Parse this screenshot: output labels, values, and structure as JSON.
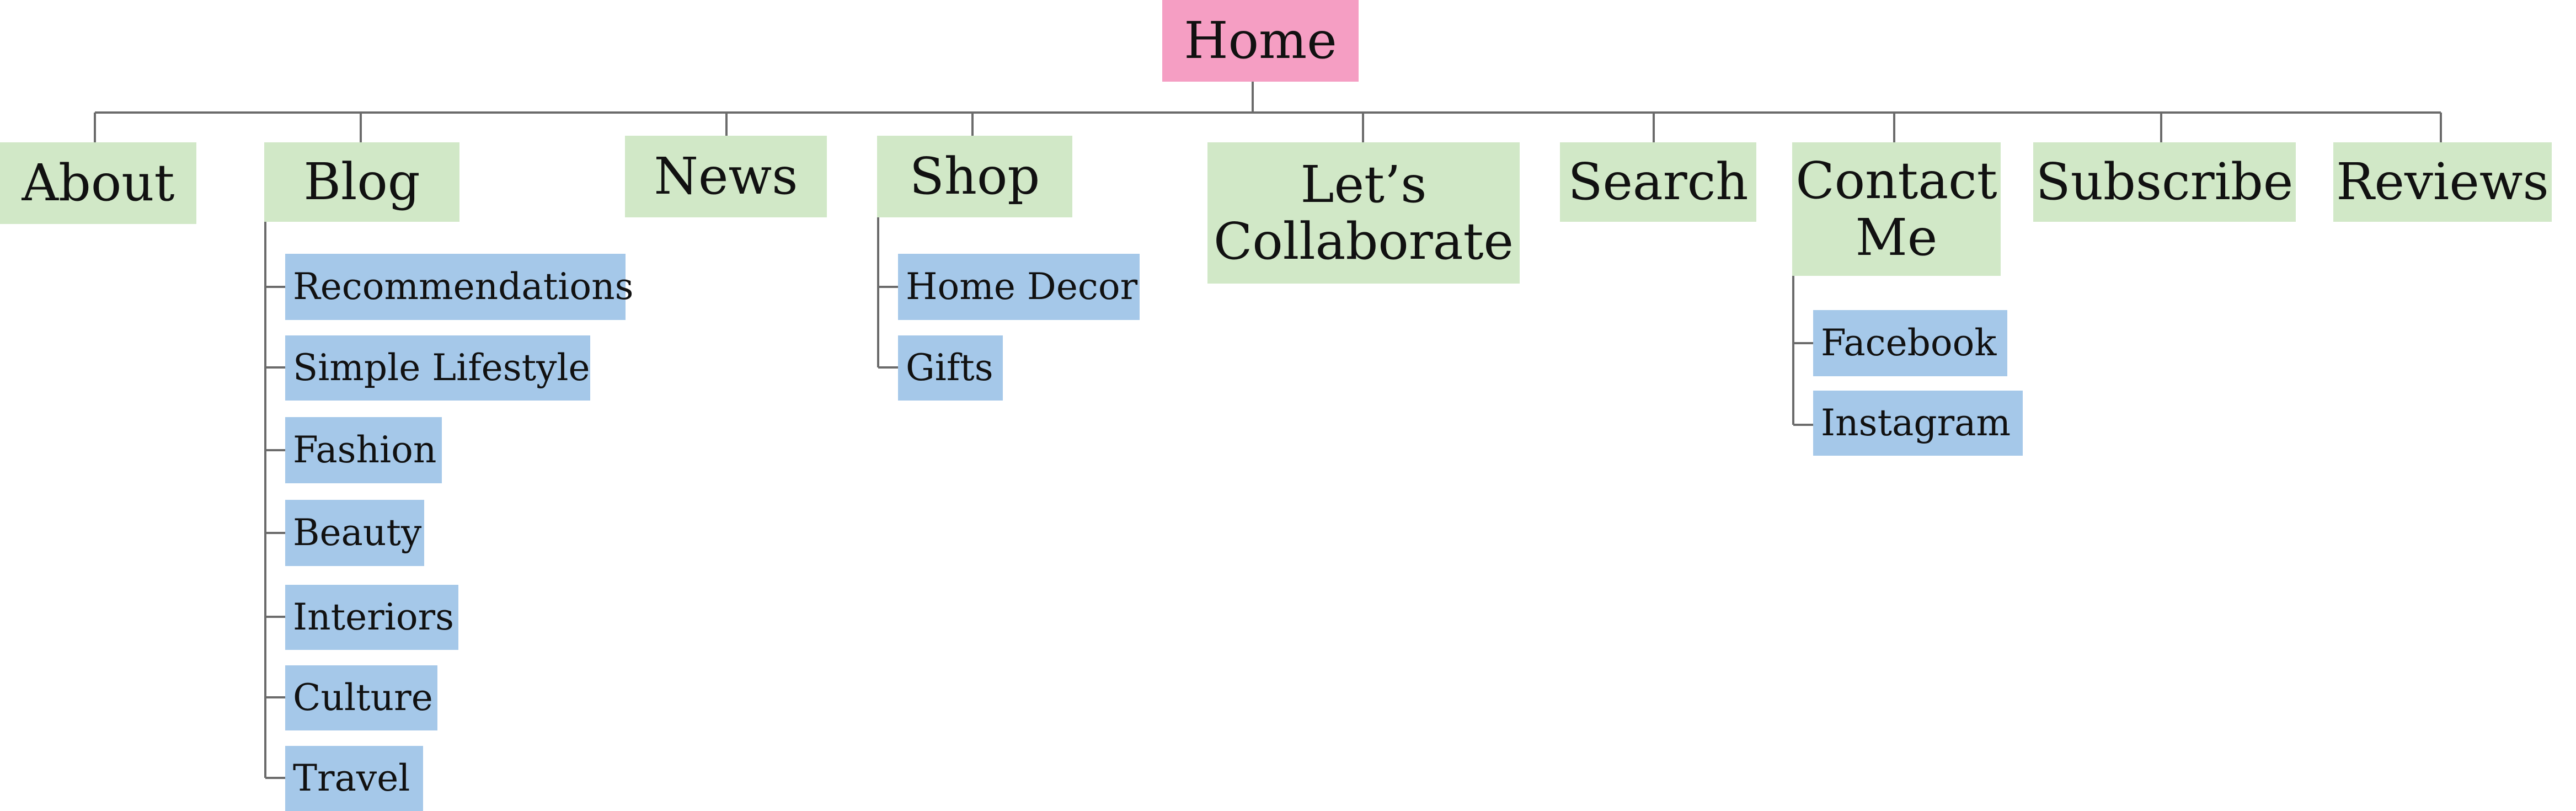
{
  "colors": {
    "root_fill": "#f59ec3",
    "section_fill": "#d1e8c7",
    "subpage_fill": "#a5c8e9",
    "connector": "#6b6b6b"
  },
  "tree": {
    "root": "Home",
    "sections": [
      {
        "label": "About",
        "children": []
      },
      {
        "label": "Blog",
        "children": [
          "Recommendations",
          "Simple Lifestyle",
          "Fashion",
          "Beauty",
          "Interiors",
          "Culture",
          "Travel"
        ]
      },
      {
        "label": "News",
        "children": []
      },
      {
        "label": "Shop",
        "children": [
          "Home Decor",
          "Gifts"
        ]
      },
      {
        "label": "Let’s\nCollaborate",
        "children": []
      },
      {
        "label": "Search",
        "children": []
      },
      {
        "label": "Contact\nMe",
        "children": [
          "Facebook",
          "Instagram"
        ]
      },
      {
        "label": "Subscribe",
        "children": []
      },
      {
        "label": "Reviews",
        "children": []
      }
    ]
  }
}
